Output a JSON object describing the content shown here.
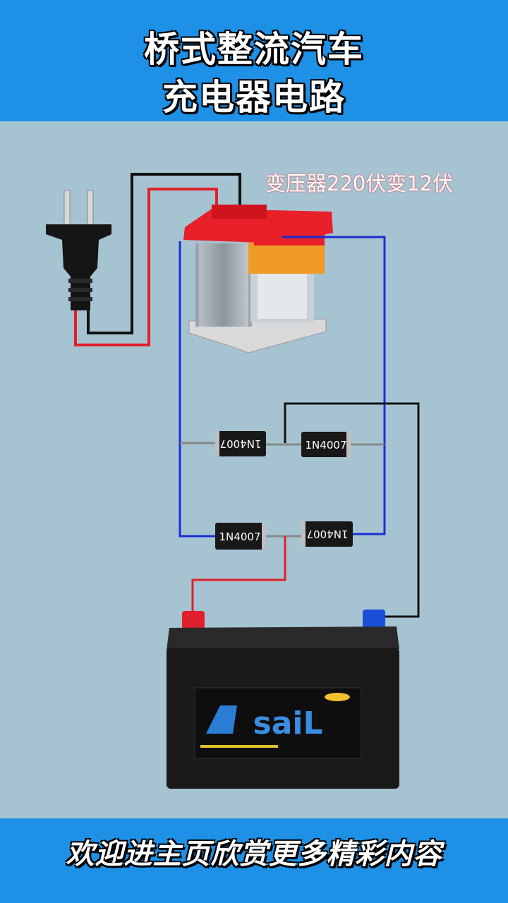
{
  "header": {
    "title_line1": "桥式整流汽车",
    "title_line2": "充电器电路"
  },
  "transformer": {
    "label": "变压器220伏变12伏"
  },
  "diodes": [
    {
      "label": "1N4007"
    },
    {
      "label": "1N4007"
    },
    {
      "label": "1N4007"
    },
    {
      "label": "1N4007"
    }
  ],
  "battery": {
    "brand": "saiL"
  },
  "footer": {
    "text": "欢迎进主页欣赏更多精彩内容"
  },
  "colors": {
    "header": "#1e90e6",
    "background": "#a6c3d2",
    "wire_red": "#e0202a",
    "wire_blue": "#1a2fd0",
    "wire_black": "#111111"
  }
}
